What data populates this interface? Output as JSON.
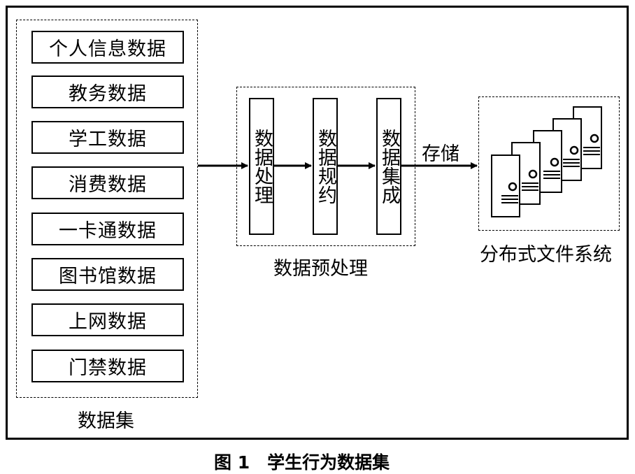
{
  "dataset": {
    "items": [
      "个人信息数据",
      "教务数据",
      "学工数据",
      "消费数据",
      "一卡通数据",
      "图书馆数据",
      "上网数据",
      "门禁数据"
    ],
    "label": "数据集"
  },
  "preprocess": {
    "steps": [
      "数据处理",
      "数据规约",
      "数据集成"
    ],
    "label": "数据预处理"
  },
  "storage": {
    "arrow_label": "存储",
    "label": "分布式文件系统"
  },
  "caption": "图 1　学生行为数据集"
}
